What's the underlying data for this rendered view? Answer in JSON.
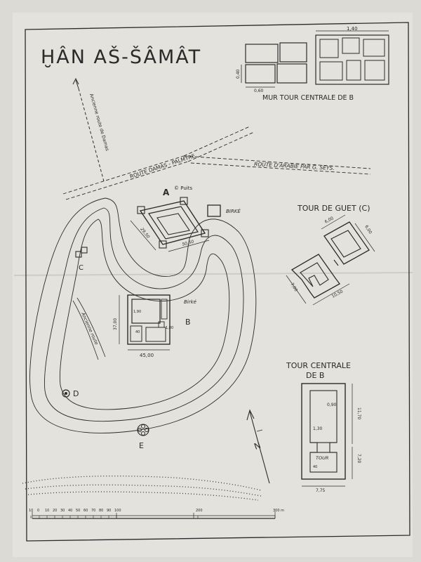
{
  "title": "ḪÂN AŠ-ŠÂMÂT",
  "wall_detail": {
    "label": "MUR TOUR CENTRALE DE B",
    "dim_width": "1,40",
    "dim_height": "0,40",
    "dim_block": "0,60"
  },
  "roads": {
    "damas_palmyre": "ROUTE DAMAS - PALMYRE",
    "arabie": "ROUTE D'ARABIE PAR Ġ. SEYS.",
    "old_road": "Ancienne route de Damas"
  },
  "site_labels": {
    "a": "A",
    "b": "B",
    "c": "C",
    "d": "D",
    "e": "E",
    "puits": "© Puits",
    "birke_a": "BIRKÉ",
    "birke_b": "Birké",
    "ancienne_route": "Ancienne route"
  },
  "site_dims": {
    "a_width": "50,50",
    "a_depth": "29,50",
    "b_height": "37,00",
    "b_width": "45,00",
    "b_inner_1": "1,90",
    "b_inner_2": "1,80",
    "b_inner_3": "40"
  },
  "tour_guet": {
    "title": "TOUR DE GUET (C)",
    "dim_a": "6,00",
    "dim_b": "6,00",
    "dim_c": "7,00",
    "dim_d": "10,50"
  },
  "tour_centrale": {
    "title_line1": "TOUR CENTRALE",
    "title_line2": "DE B",
    "dim_top": "0,90",
    "dim_mid": "1,30",
    "dim_upper_len": "11,70",
    "dim_lower_len": "7,20",
    "dim_width": "7,75",
    "dim_small": "40",
    "room_label": "TOUR"
  },
  "north": "N",
  "scale": {
    "labels": [
      "10",
      "0",
      "10",
      "20",
      "30",
      "40",
      "50",
      "60",
      "70",
      "80",
      "90",
      "100",
      "200",
      "300 m"
    ]
  }
}
